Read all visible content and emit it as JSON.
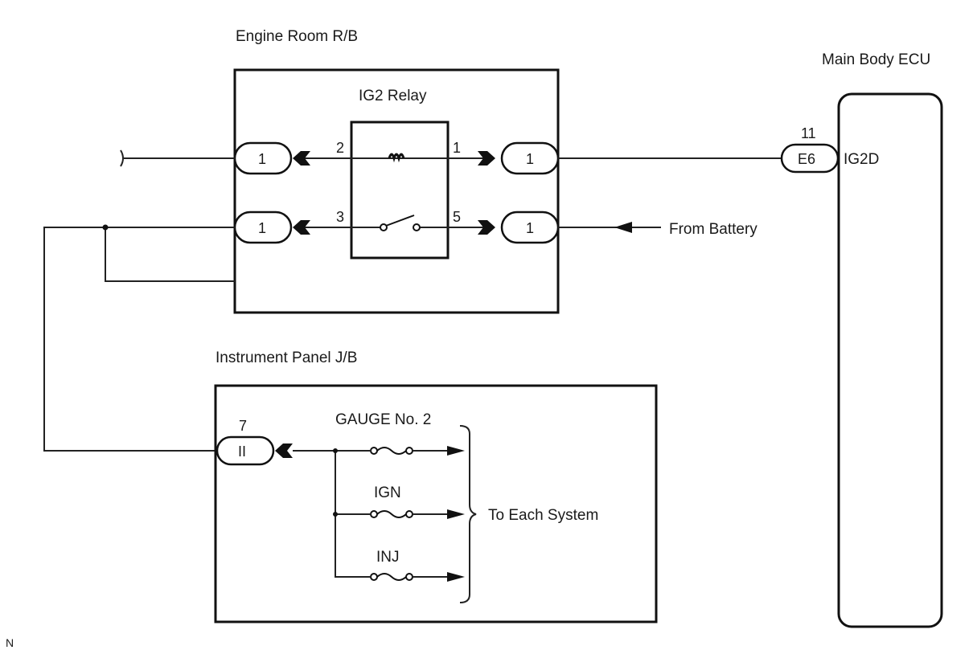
{
  "diagram": {
    "components": {
      "engine_room_rb": {
        "label": "Engine Room R/B"
      },
      "ig2_relay": {
        "label": "IG2 Relay",
        "pins": {
          "coil_left": "2",
          "coil_right": "1",
          "switch_left": "3",
          "switch_right": "5"
        }
      },
      "main_body_ecu": {
        "label": "Main Body ECU",
        "terminal": "IG2D",
        "connector": "E6",
        "pin": "11"
      },
      "instrument_panel_jb": {
        "label": "Instrument Panel J/B",
        "connector": "II",
        "pin": "7"
      }
    },
    "connectors": {
      "er_left_top": "1",
      "er_left_bottom": "1",
      "er_right_top": "1",
      "er_right_bottom": "1"
    },
    "fuses": [
      {
        "name": "GAUGE No. 2"
      },
      {
        "name": "IGN"
      },
      {
        "name": "INJ"
      }
    ],
    "annotations": {
      "from_battery": "From Battery",
      "to_each_system": "To Each System",
      "corner_mark": "N"
    }
  }
}
